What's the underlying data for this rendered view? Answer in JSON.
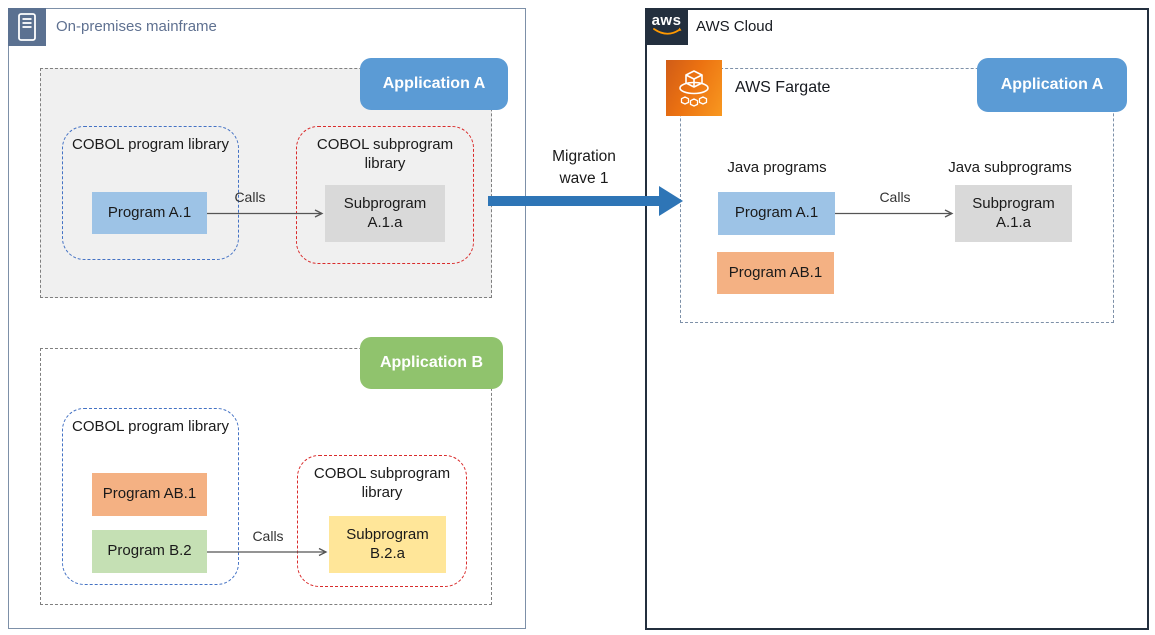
{
  "onprem": {
    "icon": "mainframe-icon",
    "title": "On-premises mainframe",
    "application_a": {
      "badge_label": "Application A",
      "program_library_title": "COBOL program library",
      "program_box": "Program A.1",
      "calls_label": "Calls",
      "subprogram_library_title": "COBOL subprogram library",
      "subprogram_box": "Subprogram A.1.a"
    },
    "application_b": {
      "badge_label": "Application B",
      "program_library_title": "COBOL program library",
      "program_box_1": "Program AB.1",
      "program_box_2": "Program B.2",
      "calls_label": "Calls",
      "subprogram_library_title": "COBOL subprogram library",
      "subprogram_box": "Subprogram B.2.a"
    }
  },
  "migration_arrow": {
    "label": "Migration wave 1",
    "color": "#2e75b6"
  },
  "aws_cloud": {
    "icon": "aws-logo-icon",
    "logo_text": "aws",
    "title": "AWS Cloud",
    "fargate": {
      "icon": "fargate-icon",
      "label": "AWS Fargate"
    },
    "application_a": {
      "badge_label": "Application A",
      "programs_title": "Java programs",
      "program_box_1": "Program A.1",
      "program_box_2": "Program AB.1",
      "calls_label": "Calls",
      "subprograms_title": "Java subprograms",
      "subprogram_box": "Subprogram A.1.a"
    }
  },
  "colors": {
    "application_badge_blue": "#5b9bd5",
    "application_badge_green": "#90c36d",
    "program_blue": "#9dc3e6",
    "program_orange": "#f4b183",
    "program_green": "#c5e0b4",
    "subprogram_gray": "#d9d9d9",
    "subprogram_yellow": "#ffe699",
    "migration_arrow_blue": "#2e75b6",
    "onprem_accent": "#5b7191",
    "aws_dark": "#232f3e",
    "fargate_orange": "#ec7211",
    "library_dash_blue": "#4472c4",
    "library_dash_red": "#d92b2b",
    "panel_dash_gray": "#7f7f7f",
    "cloud_dash_slate": "#7d90a8"
  }
}
